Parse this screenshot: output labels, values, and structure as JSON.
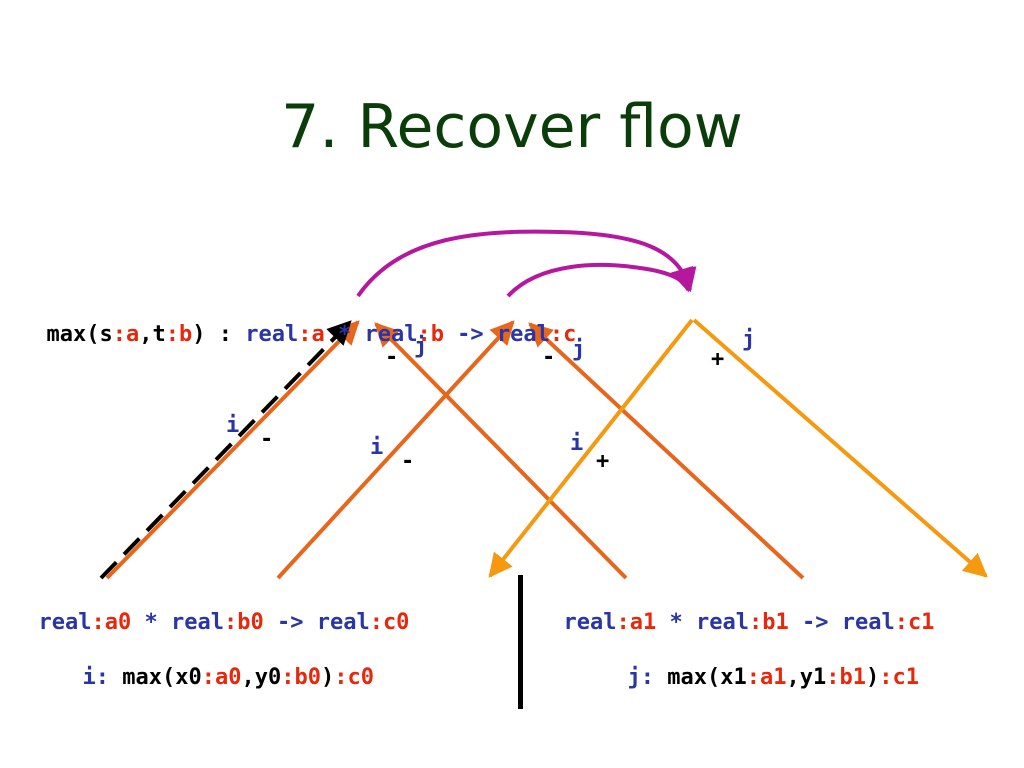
{
  "title": "7. Recover flow",
  "signature": {
    "name": "max(s",
    "a": "a",
    "comma_t": ",t",
    "b": "b",
    "close": ") : ",
    "real1": "real",
    "mul": " * ",
    "real2": "real",
    "arrow": " -> ",
    "real3": "real",
    "c": "c",
    "colon": ":"
  },
  "left_type": {
    "real1": "real",
    "a0": "a0",
    "mul": " * ",
    "real2": "real",
    "b0": "b0",
    "arrow": " -> ",
    "real3": "real",
    "c0": "c0",
    "colon": ":"
  },
  "right_type": {
    "real1": "real",
    "a1": "a1",
    "mul": " * ",
    "real2": "real",
    "b1": "b1",
    "arrow": " -> ",
    "real3": "real",
    "c1": "c1",
    "colon": ":"
  },
  "left_call": {
    "label": "i:",
    "fn": "max(x0",
    "a0": "a0",
    "mid": ",y0",
    "b0": "b0",
    "close": ")",
    "c0": "c0",
    "colon": ":"
  },
  "right_call": {
    "label": "j:",
    "fn": "max(x1",
    "a1": "a1",
    "mid": ",y1",
    "b1": "b1",
    "close": ")",
    "c1": "c1",
    "colon": ":"
  },
  "edge_labels": {
    "i": "i",
    "j": "j",
    "minus": "-",
    "plus": "+"
  },
  "colors": {
    "magenta": "#b5179e",
    "orange_dark": "#e8661c",
    "orange_light": "#f59a10",
    "dashed": "#000000"
  }
}
